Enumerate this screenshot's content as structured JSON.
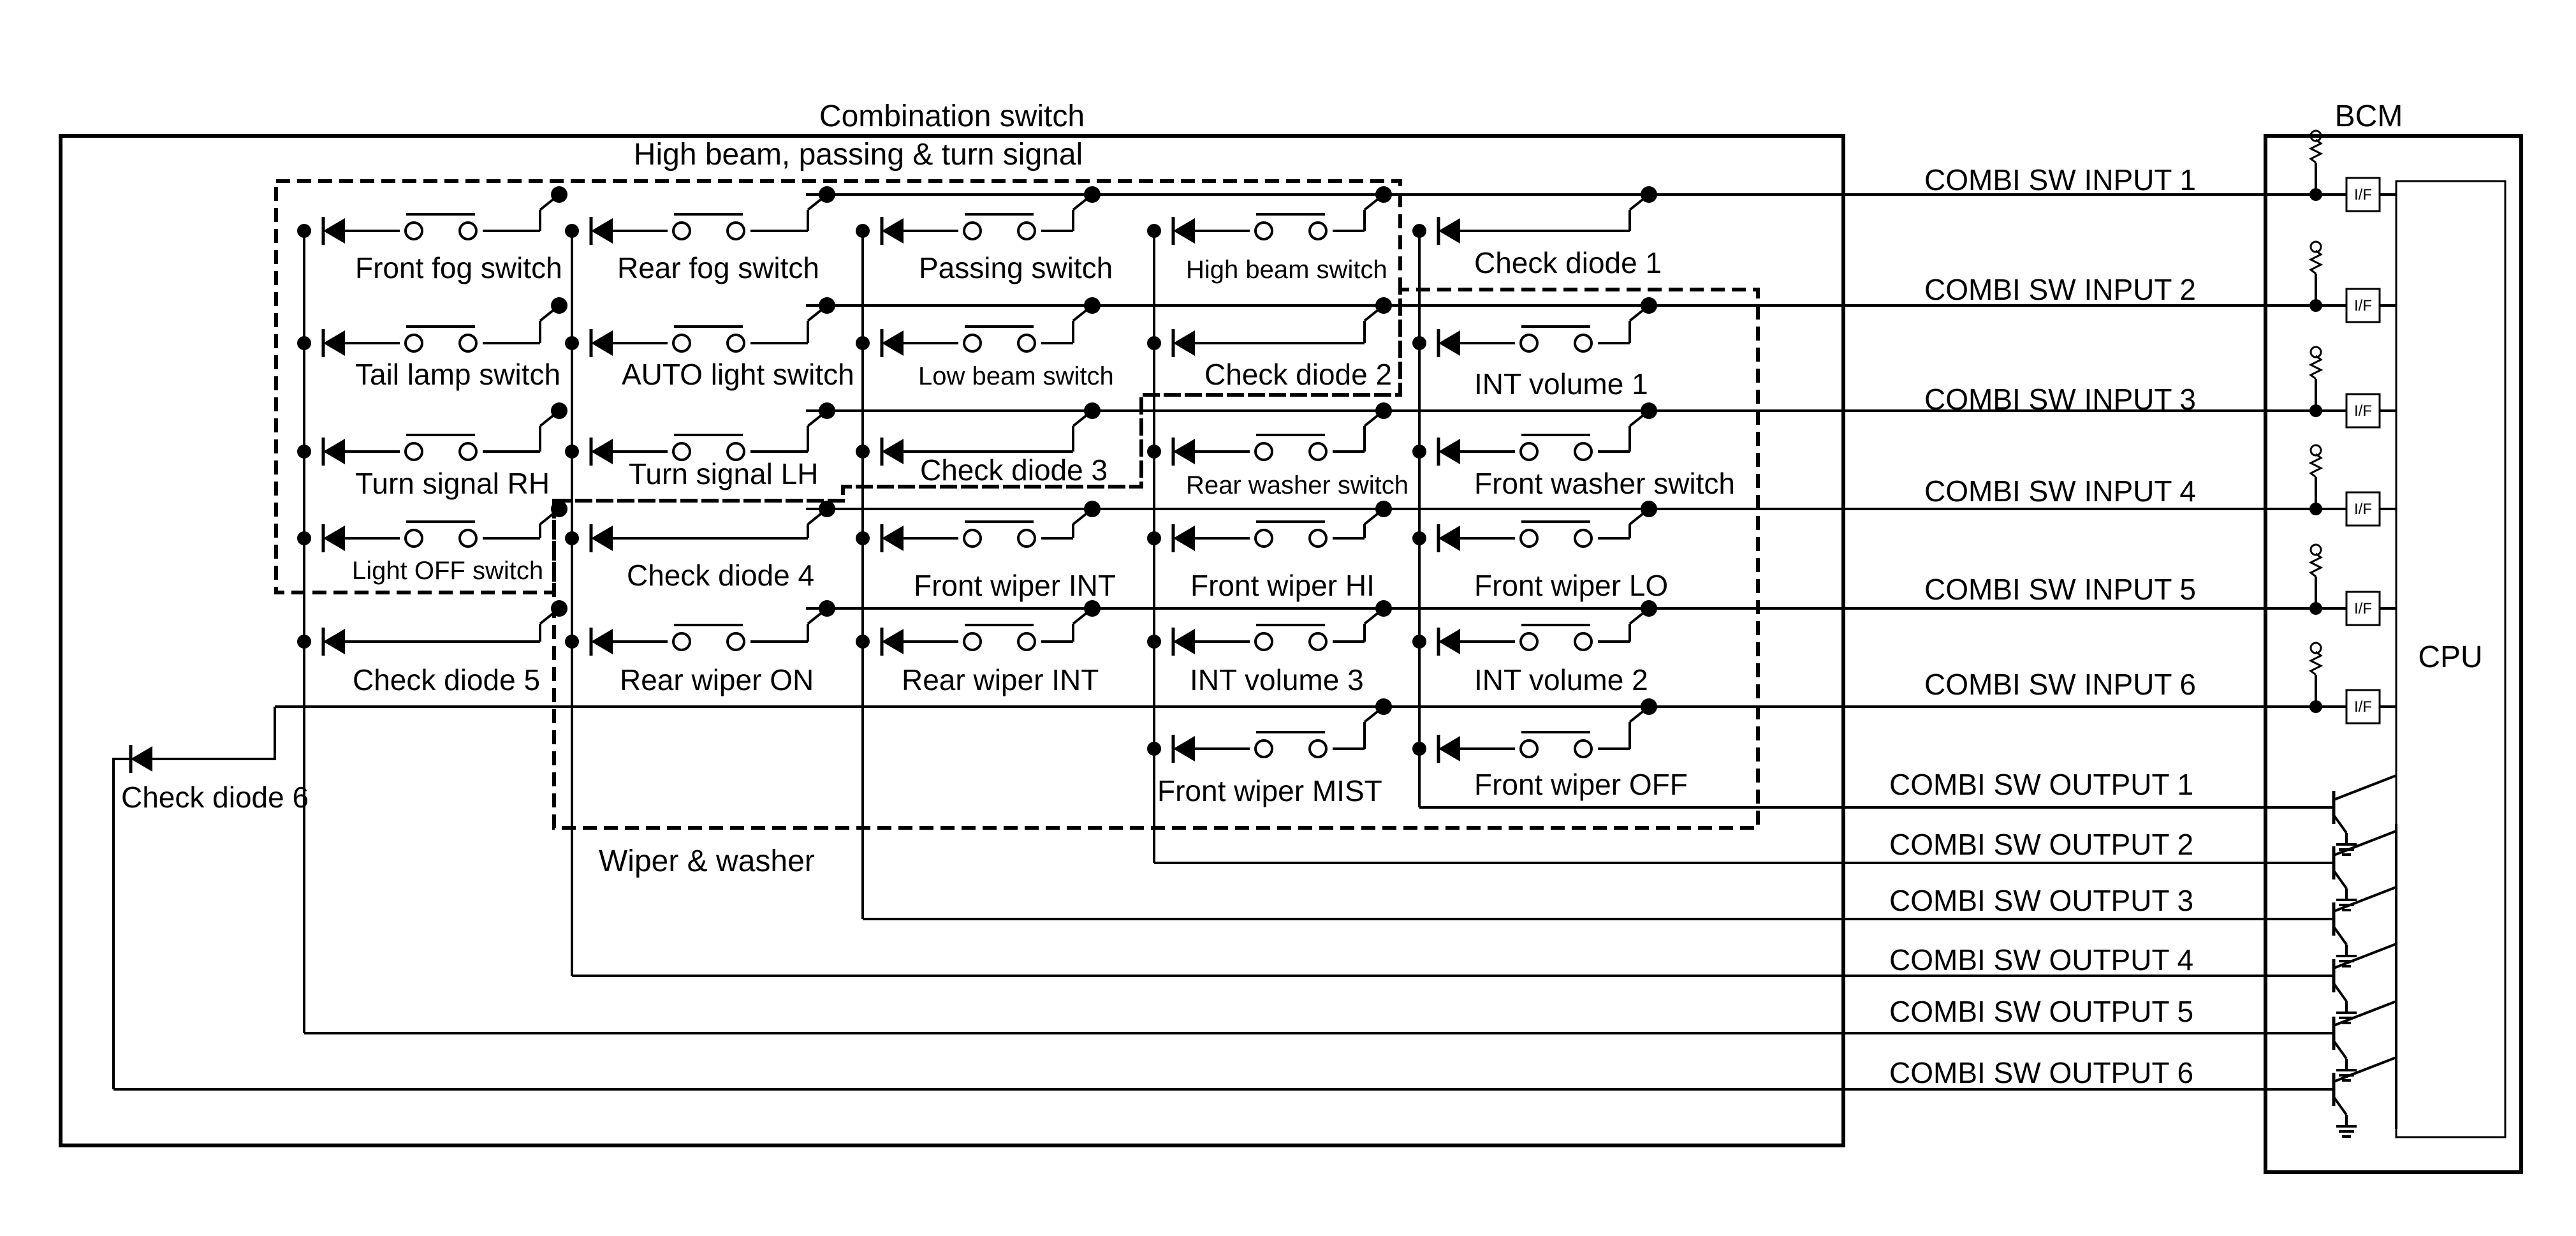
{
  "combination_switch": {
    "title": "Combination switch",
    "groups": {
      "lighting": "High beam, passing & turn signal",
      "wiper": "Wiper & washer"
    },
    "columns": [
      [
        "Front fog switch",
        "Tail lamp switch",
        "Turn signal RH",
        "Light OFF switch",
        "Check diode 5"
      ],
      [
        "Rear fog switch",
        "AUTO light switch",
        "Turn signal LH",
        "Check diode 4",
        "Rear wiper ON"
      ],
      [
        "Passing switch",
        "Low beam switch",
        "Check diode 3",
        "Front wiper INT",
        "Rear wiper INT"
      ],
      [
        "High beam switch",
        "Check diode 2",
        "Rear washer switch",
        "Front wiper HI",
        "INT volume 3",
        "Front wiper MIST"
      ],
      [
        "Check diode 1",
        "INT volume 1",
        "Front washer switch",
        "Front wiper LO",
        "INT volume 2",
        "Front wiper OFF"
      ]
    ],
    "extra_diode": "Check diode 6"
  },
  "bcm": {
    "title": "BCM",
    "cpu": "CPU",
    "if_label": "I/F",
    "inputs": [
      "COMBI SW INPUT 1",
      "COMBI SW INPUT 2",
      "COMBI SW INPUT 3",
      "COMBI SW INPUT 4",
      "COMBI SW INPUT 5",
      "COMBI SW INPUT 6"
    ],
    "outputs": [
      "COMBI SW OUTPUT 1",
      "COMBI SW OUTPUT 2",
      "COMBI SW OUTPUT 3",
      "COMBI SW OUTPUT 4",
      "COMBI SW OUTPUT 5",
      "COMBI SW OUTPUT 6"
    ]
  }
}
